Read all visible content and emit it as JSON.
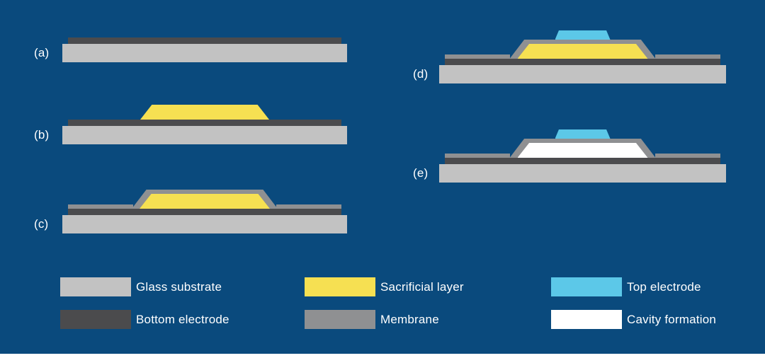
{
  "colors": {
    "bg": "#0a4a7d",
    "glass": "#c2c2c2",
    "electrode": "#4b4b4d",
    "sacrificial": "#f6e052",
    "membrane": "#8f9092",
    "top-electrode": "#5cc8e8",
    "cavity": "#ffffff",
    "text": "#ffffff"
  },
  "steps": [
    {
      "label": "(a)",
      "layers": [
        "glass substrate",
        "bottom electrode"
      ]
    },
    {
      "label": "(b)",
      "layers": [
        "glass substrate",
        "bottom electrode",
        "sacrificial layer"
      ]
    },
    {
      "label": "(c)",
      "layers": [
        "glass substrate",
        "bottom electrode",
        "sacrificial layer",
        "membrane"
      ]
    },
    {
      "label": "(d)",
      "layers": [
        "glass substrate",
        "bottom electrode",
        "sacrificial layer",
        "membrane",
        "top electrode"
      ]
    },
    {
      "label": "(e)",
      "layers": [
        "glass substrate",
        "bottom electrode",
        "cavity formation",
        "membrane",
        "top electrode"
      ]
    }
  ],
  "legend": [
    {
      "label": "Glass substrate",
      "color_key": "glass"
    },
    {
      "label": "Bottom electrode",
      "color_key": "electrode"
    },
    {
      "label": "Sacrificial layer",
      "color_key": "sacrificial"
    },
    {
      "label": "Membrane",
      "color_key": "membrane"
    },
    {
      "label": "Top electrode",
      "color_key": "top-electrode"
    },
    {
      "label": "Cavity formation",
      "color_key": "cavity"
    }
  ]
}
